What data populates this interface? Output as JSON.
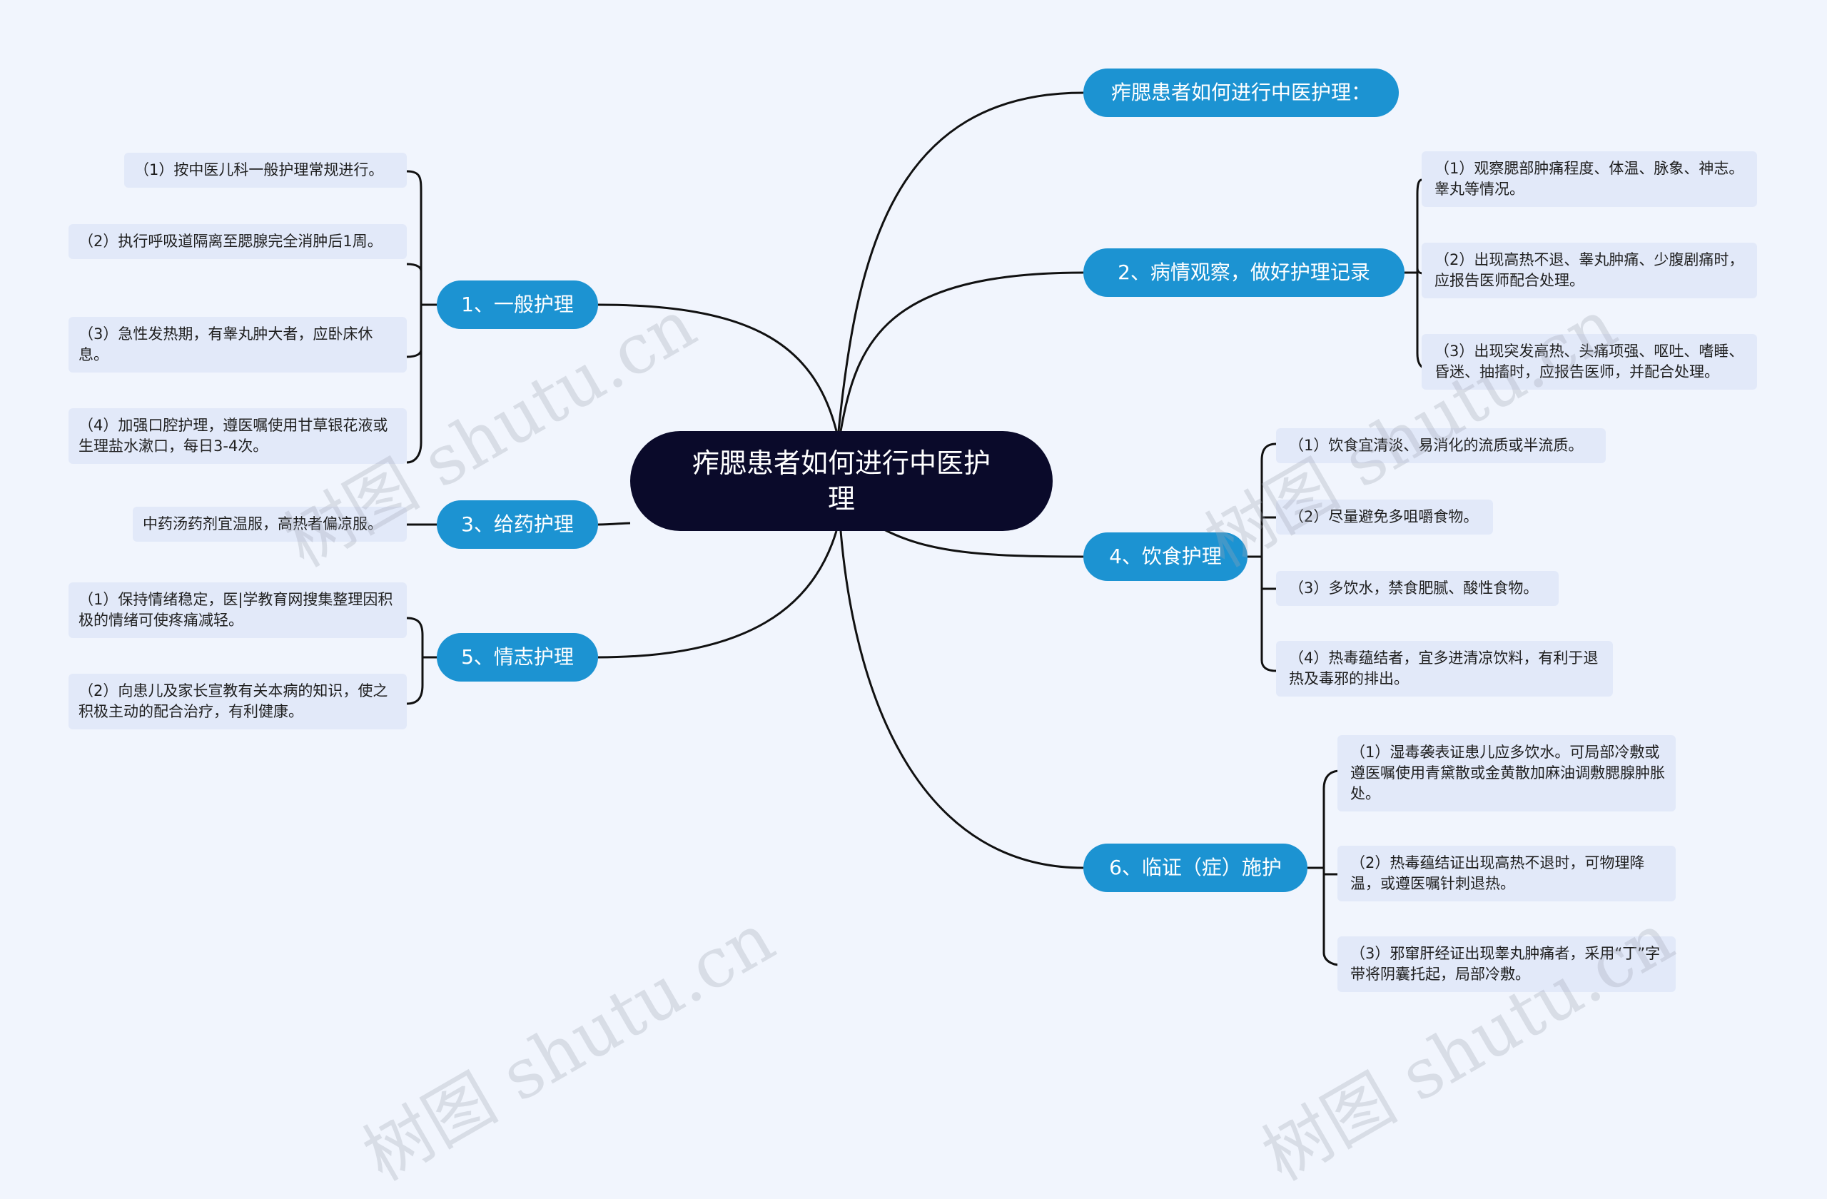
{
  "root": {
    "title": "痄腮患者如何进行中医护理"
  },
  "branches": {
    "intro": {
      "label": "痄腮患者如何进行中医护理："
    },
    "general": {
      "label": "1、一般护理",
      "items": [
        "（1）按中医儿科一般护理常规进行。",
        "（2）执行呼吸道隔离至腮腺完全消肿后1周。",
        "（3）急性发热期，有睾丸肿大者，应卧床休息。",
        "（4）加强口腔护理，遵医嘱使用甘草银花液或生理盐水漱口，每日3-4次。"
      ]
    },
    "observe": {
      "label": "2、病情观察，做好护理记录",
      "items": [
        "（1）观察腮部肿痛程度、体温、脉象、神志。睾丸等情况。",
        "（2）出现高热不退、睾丸肿痛、少腹剧痛时，应报告医师配合处理。",
        "（3）出现突发高热、头痛项强、呕吐、嗜睡、昏迷、抽搐时，应报告医师，并配合处理。"
      ]
    },
    "medicine": {
      "label": "3、给药护理",
      "items": [
        "中药汤药剂宜温服，高热者偏凉服。"
      ]
    },
    "diet": {
      "label": "4、饮食护理",
      "items": [
        "（1）饮食宜清淡、易消化的流质或半流质。",
        "（2）尽量避免多咀嚼食物。",
        "（3）多饮水，禁食肥腻、酸性食物。",
        "（4）热毒蕴结者，宜多进清凉饮料，有利于退热及毒邪的排出。"
      ]
    },
    "emotion": {
      "label": "5、情志护理",
      "items": [
        "（1）保持情绪稳定，医|学教育网搜集整理因积极的情绪可使疼痛减轻。",
        "（2）向患儿及家长宣教有关本病的知识，使之积极主动的配合治疗，有利健康。"
      ]
    },
    "symptom": {
      "label": "6、临证（症）施护",
      "items": [
        "（1）湿毒袭表证患儿应多饮水。可局部冷敷或遵医嘱使用青黛散或金黄散加麻油调敷腮腺肿胀处。",
        "（2）热毒蕴结证出现高热不退时，可物理降温，或遵医嘱针刺退热。",
        "（3）邪窜肝经证出现睾丸肿痛者，采用“丁”字带将阴囊托起，局部冷敷。"
      ]
    }
  },
  "watermark": "树图 shutu.cn",
  "colors": {
    "background": "#f1f5fd",
    "root": "#0a0a2a",
    "branch": "#1c93d2",
    "leaf": "#e2e9f9",
    "line": "#111111"
  }
}
